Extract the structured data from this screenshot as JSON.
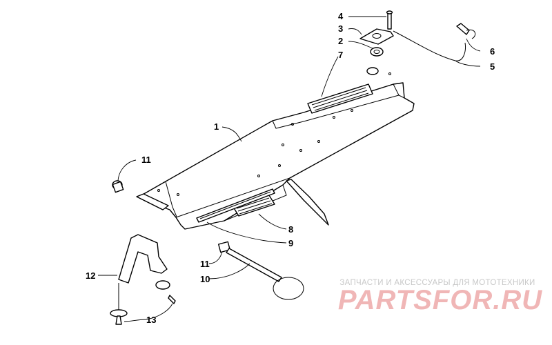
{
  "labels": {
    "l1": "1",
    "l2": "2",
    "l3": "3",
    "l4": "4",
    "l5": "5",
    "l6": "6",
    "l7": "7",
    "l8": "8",
    "l9": "9",
    "l10": "10",
    "l11a": "11",
    "l11b": "11",
    "l12": "12",
    "l13": "13"
  },
  "watermark": {
    "tagline": "ЗАПЧАСТИ И АКСЕССУАРЫ ДЛЯ МОТОТЕХНИКИ",
    "logo": "PARTSFOR.RU"
  },
  "colors": {
    "line": "#000000",
    "watermark_logo": "#f0b6b6",
    "watermark_text": "#c8c8c8"
  }
}
